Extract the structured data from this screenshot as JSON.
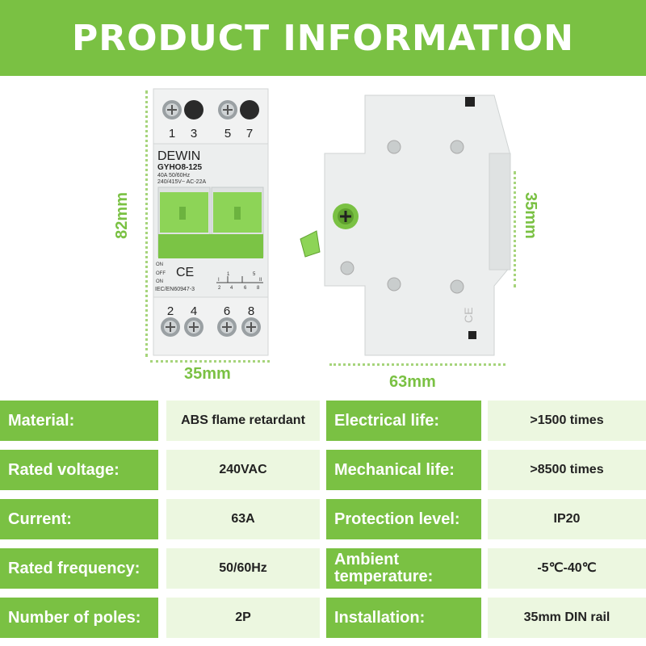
{
  "title": "PRODUCT INFORMATION",
  "dimensions": {
    "front_height": "82mm",
    "front_width": "35mm",
    "side_width": "63mm",
    "side_height": "35mm"
  },
  "device": {
    "brand": "DEWIN",
    "model": "GYHO8-125",
    "rating_line1": "40A  50/60Hz",
    "rating_line2": "240/415V~  AC-22A",
    "ce_mark": "CE",
    "standard": "IEC/EN60947-3",
    "pos_on1": "ON",
    "pos_off": "OFF",
    "pos_on2": "ON",
    "top_terminals": [
      "1",
      "3",
      "5",
      "7"
    ],
    "bottom_terminals": [
      "2",
      "4",
      "6",
      "8"
    ],
    "diagram_top": [
      "1",
      "5"
    ],
    "diagram_roman": [
      "I",
      "II"
    ],
    "diagram_bottom": [
      "2",
      "4",
      "6",
      "8"
    ],
    "side_ce": "CE",
    "accent_color": "#7ac143"
  },
  "specs": [
    {
      "label_left": "Material:",
      "value_left": "ABS flame retardant",
      "label_right": "Electrical life:",
      "value_right": ">1500 times"
    },
    {
      "label_left": "Rated voltage:",
      "value_left": "240VAC",
      "label_right": "Mechanical life:",
      "value_right": ">8500 times"
    },
    {
      "label_left": "Current:",
      "value_left": "63A",
      "label_right": "Protection level:",
      "value_right": "IP20"
    },
    {
      "label_left": "Rated frequency:",
      "value_left": "50/60Hz",
      "label_right": "Ambient temperature:",
      "value_right": "-5℃-40℃"
    },
    {
      "label_left": "Number of poles:",
      "value_left": "2P",
      "label_right": "Installation:",
      "value_right": "35mm DIN rail"
    }
  ]
}
